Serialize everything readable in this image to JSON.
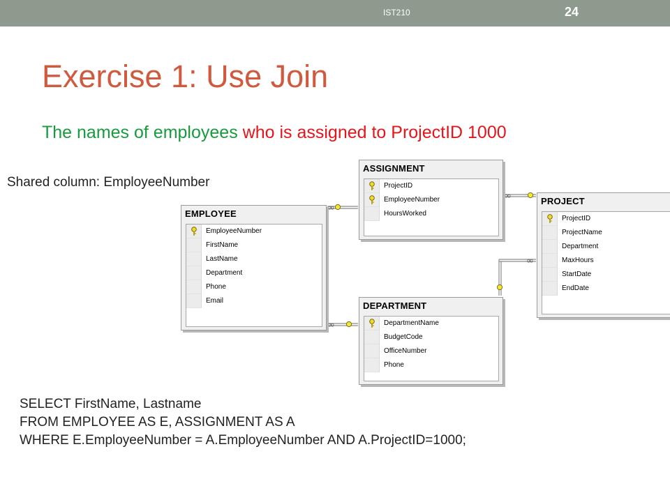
{
  "header": {
    "course": "IST210",
    "page_number": "24"
  },
  "slide": {
    "title": "Exercise 1: Use Join",
    "subtitle_part1": "The names of employees",
    "subtitle_part2": "who is assigned to ProjectID 1000",
    "shared_column": "Shared column: EmployeeNumber"
  },
  "diagram": {
    "employee": {
      "name": "EMPLOYEE",
      "columns": [
        {
          "name": "EmployeeNumber",
          "key": true
        },
        {
          "name": "FirstName",
          "key": false
        },
        {
          "name": "LastName",
          "key": false
        },
        {
          "name": "Department",
          "key": false
        },
        {
          "name": "Phone",
          "key": false
        },
        {
          "name": "Email",
          "key": false
        }
      ]
    },
    "assignment": {
      "name": "ASSIGNMENT",
      "columns": [
        {
          "name": "ProjectID",
          "key": true
        },
        {
          "name": "EmployeeNumber",
          "key": true
        },
        {
          "name": "HoursWorked",
          "key": false
        }
      ]
    },
    "department": {
      "name": "DEPARTMENT",
      "columns": [
        {
          "name": "DepartmentName",
          "key": true
        },
        {
          "name": "BudgetCode",
          "key": false
        },
        {
          "name": "OfficeNumber",
          "key": false
        },
        {
          "name": "Phone",
          "key": false
        }
      ]
    },
    "project": {
      "name": "PROJECT",
      "columns": [
        {
          "name": "ProjectID",
          "key": true
        },
        {
          "name": "ProjectName",
          "key": false
        },
        {
          "name": "Department",
          "key": false
        },
        {
          "name": "MaxHours",
          "key": false
        },
        {
          "name": "StartDate",
          "key": false
        },
        {
          "name": "EndDate",
          "key": false
        }
      ]
    }
  },
  "sql": {
    "line1": "SELECT FirstName, Lastname",
    "line2": "FROM EMPLOYEE AS E, ASSIGNMENT AS A",
    "line3": "WHERE E.EmployeeNumber = A.EmployeeNumber AND A.ProjectID=1000;"
  }
}
